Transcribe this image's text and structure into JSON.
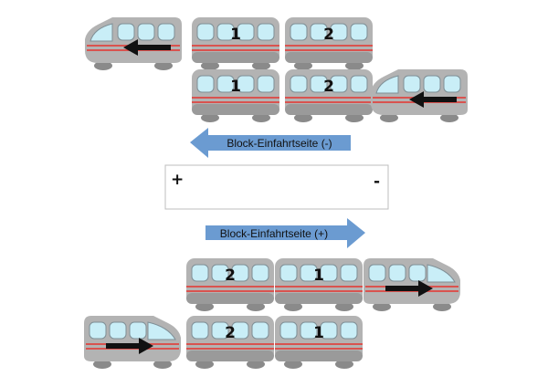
{
  "colors": {
    "car_body": "#b3b3b3",
    "car_body_shade": "#9a9a9a",
    "window": "#c9eef7",
    "window_border": "#7f8f96",
    "stripe": "#d9534f",
    "wheel": "#8a8a8a",
    "arrow": "#111111",
    "block_arrow_fill": "#6b9bd1",
    "block_box_border": "#bdbdbd"
  },
  "block": {
    "plus_label": "+",
    "minus_label": "-"
  },
  "arrows": {
    "minus_side": "Block-Einfahrtseite (-)",
    "plus_side": "Block-Einfahrtseite (+)"
  },
  "trains": [
    {
      "name": "train-row-1",
      "cars": [
        {
          "type": "loco",
          "facing": "left",
          "direction_arrow": "left"
        },
        {
          "type": "wagon",
          "number": "1"
        },
        {
          "type": "wagon",
          "number": "2"
        }
      ]
    },
    {
      "name": "train-row-2",
      "cars": [
        {
          "type": "wagon",
          "number": "1"
        },
        {
          "type": "wagon",
          "number": "2"
        },
        {
          "type": "loco",
          "facing": "left",
          "direction_arrow": "left"
        }
      ]
    },
    {
      "name": "train-row-3",
      "cars": [
        {
          "type": "wagon",
          "number": "2"
        },
        {
          "type": "wagon",
          "number": "1"
        },
        {
          "type": "loco",
          "facing": "right",
          "direction_arrow": "right"
        }
      ]
    },
    {
      "name": "train-row-4",
      "cars": [
        {
          "type": "loco",
          "facing": "right",
          "direction_arrow": "right"
        },
        {
          "type": "wagon",
          "number": "2"
        },
        {
          "type": "wagon",
          "number": "1"
        }
      ]
    }
  ]
}
